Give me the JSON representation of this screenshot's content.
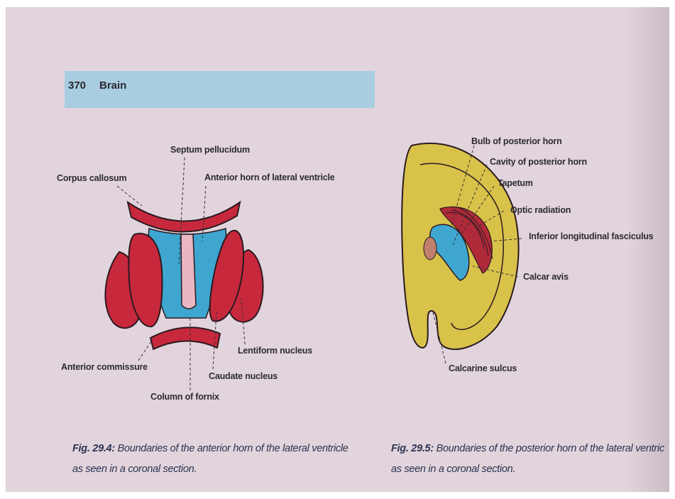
{
  "header": {
    "page_number": "370",
    "running_head": "Brain"
  },
  "figure_1": {
    "labels": {
      "septum_pellucidum": "Septum pellucidum",
      "corpus_callosum": "Corpus callosum",
      "anterior_horn": "Anterior horn of lateral ventricle",
      "lentiform_nucleus": "Lentiform nucleus",
      "anterior_commissure": "Anterior commissure",
      "caudate_nucleus": "Caudate nucleus",
      "column_of_fornix": "Column of fornix"
    },
    "caption_number": "Fig. 29.4:",
    "caption_line1": "Boundaries of the anterior horn of the lateral ventricle",
    "caption_line2": "as seen in a coronal section."
  },
  "figure_2": {
    "labels": {
      "bulb_posterior_horn": "Bulb of posterior horn",
      "cavity_posterior_horn": "Cavity of posterior horn",
      "tapetum": "Tapetum",
      "optic_radiation": "Optic radiation",
      "inferior_longitudinal_fasciculus": "Inferior longitudinal fasciculus",
      "calcar_avis": "Calcar avis",
      "calcarine_sulcus": "Calcarine sulcus"
    },
    "caption_number": "Fig. 29.5:",
    "caption_line1": "Boundaries of the posterior horn of the lateral ventric",
    "caption_line2": "as seen in a coronal section."
  },
  "colors": {
    "page": "#e2d4dc",
    "header_band": "#a9cde0",
    "red": "#c8283c",
    "blue": "#3fa6d0",
    "yellow": "#d9c24a",
    "pink": "#e8b7c2"
  }
}
